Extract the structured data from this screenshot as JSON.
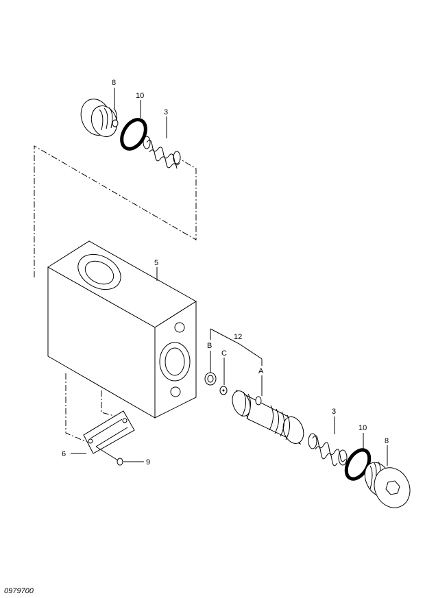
{
  "diagram": {
    "drawing_code": "0979700",
    "part_labels": {
      "plug_top": "8",
      "oring_top": "10",
      "spring_top": "3",
      "body": "5",
      "spool_group": "12",
      "seal_b": "B",
      "seal_c": "C",
      "spool_a": "A",
      "spring_bottom": "3",
      "oring_bottom": "10",
      "plug_bottom": "8",
      "plate": "6",
      "bolt": "9"
    }
  }
}
